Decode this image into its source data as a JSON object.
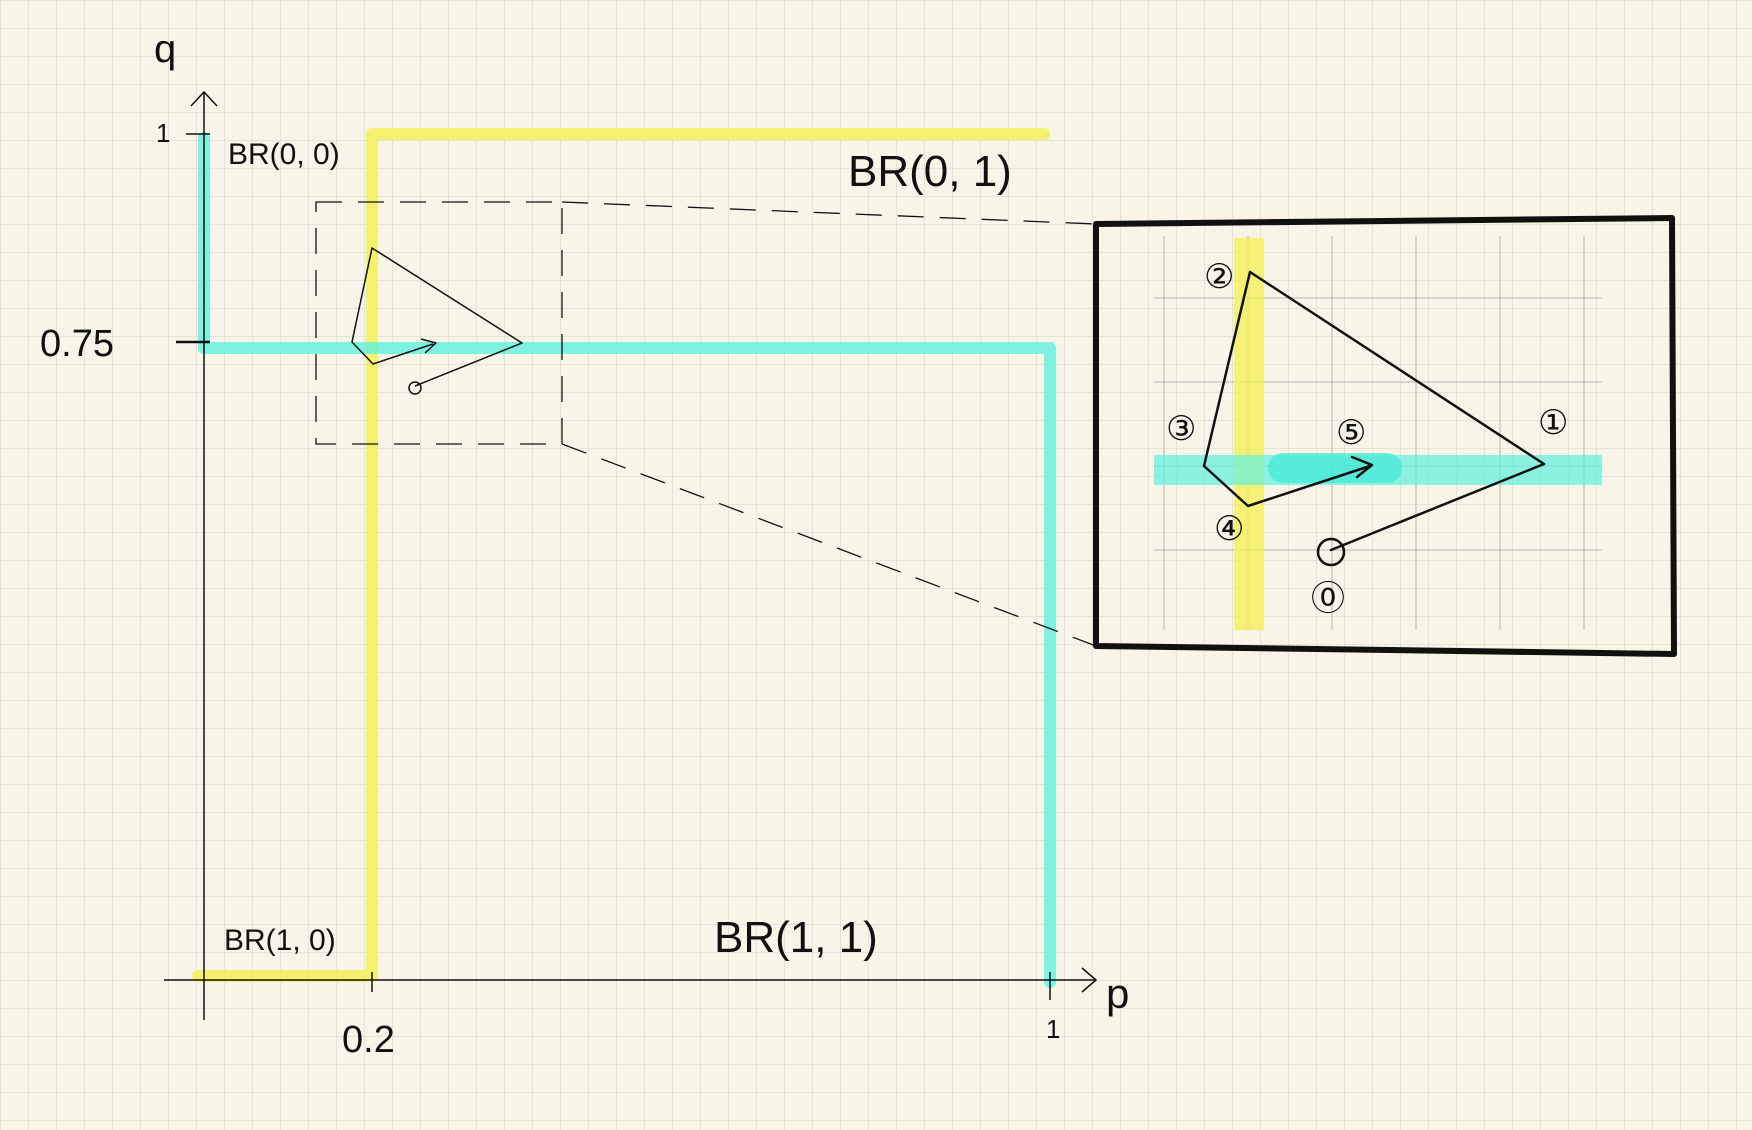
{
  "axes": {
    "x_label": "p",
    "y_label": "q",
    "x_tick_02": "0.2",
    "x_tick_1": "1",
    "y_tick_075": "0.75",
    "y_tick_1": "1"
  },
  "regions": {
    "br_0_0": "BR(0, 0)",
    "br_0_1": "BR(0, 1)",
    "br_1_0": "BR(1, 0)",
    "br_1_1": "BR(1, 1)"
  },
  "zoom": {
    "step_0": "⓪",
    "step_1": "①",
    "step_2": "②",
    "step_3": "③",
    "step_4": "④",
    "step_5": "⑤"
  },
  "colors": {
    "cyan": "#5ff0de",
    "yellow": "#f4f05a",
    "ink": "#111111",
    "paper": "#f8f5e8"
  }
}
